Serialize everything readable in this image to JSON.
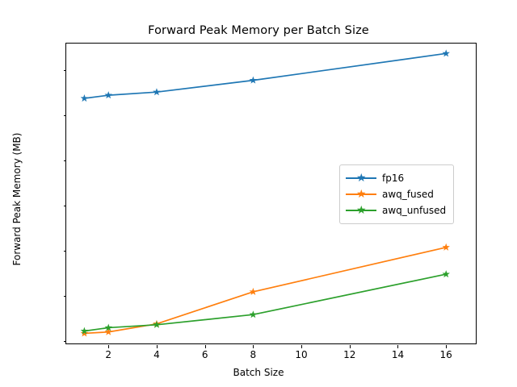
{
  "chart_data": {
    "type": "line",
    "title": "Forward Peak Memory per Batch Size",
    "xlabel": "Batch Size",
    "ylabel": "Forward Peak Memory (MB)",
    "x": [
      1,
      2,
      4,
      8,
      16
    ],
    "xlim": [
      0.25,
      17.3
    ],
    "ylim": [
      5820,
      19180
    ],
    "xticks": [
      2,
      4,
      6,
      8,
      10,
      12,
      14,
      16
    ],
    "yticks": [
      6000,
      8000,
      10000,
      12000,
      14000,
      16000,
      18000
    ],
    "grid": false,
    "legend_position": "center right",
    "marker": "star",
    "series": [
      {
        "name": "fp16",
        "color": "#1f77b4",
        "values": [
          16750,
          16890,
          17030,
          17550,
          18740
        ]
      },
      {
        "name": "awq_fused",
        "color": "#ff7f0e",
        "values": [
          6340,
          6400,
          6760,
          8180,
          10150
        ]
      },
      {
        "name": "awq_unfused",
        "color": "#2ca02c",
        "values": [
          6440,
          6590,
          6720,
          7170,
          8960
        ]
      }
    ]
  }
}
